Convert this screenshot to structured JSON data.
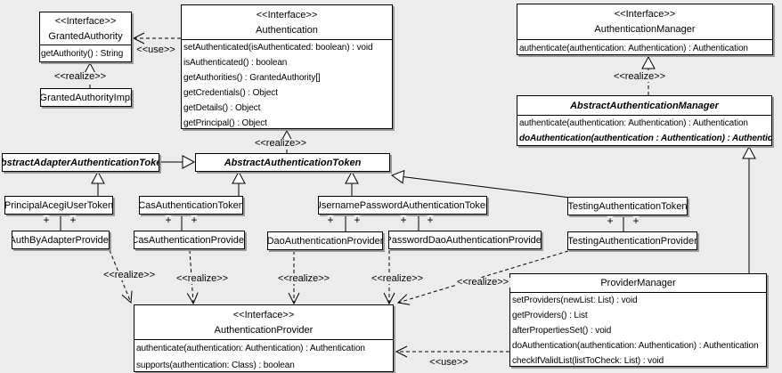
{
  "diagram": {
    "background": "#ececec",
    "box_fill": "#ffffff",
    "line_color": "#000000",
    "shadow_color": "#9a9a9a"
  },
  "labels": {
    "use": "<<use>>",
    "realize": "<<realize>>",
    "plus": "+"
  },
  "classes": {
    "granted_authority": {
      "stereotype": "<<Interface>>",
      "name": "GrantedAuthority",
      "methods": [
        "getAuthority() : String"
      ]
    },
    "granted_authority_impl": {
      "name": "GrantedAuthorityImpl"
    },
    "authentication": {
      "stereotype": "<<Interface>>",
      "name": "Authentication",
      "methods": [
        "setAuthenticated(isAuthenticated: boolean) : void",
        "isAuthenticated() : boolean",
        "getAuthorities() : GrantedAuthority[]",
        "getCredentials() : Object",
        "getDetails() : Object",
        "getPrincipal() : Object"
      ]
    },
    "authentication_manager": {
      "stereotype": "<<Interface>>",
      "name": "AuthenticationManager",
      "methods": [
        "authenticate(authentication: Authentication) : Authentication"
      ]
    },
    "abstract_authentication_manager": {
      "name": "AbstractAuthenticationManager",
      "methods": [
        "authenticate(authentication: Authentication) : Authentication",
        "doAuthentication(authentication : Authentication) : Authentication"
      ]
    },
    "abstract_adapter_authentication_token": {
      "name": "AbstractAdapterAuthenticationToken"
    },
    "abstract_authentication_token": {
      "name": "AbstractAuthenticationToken"
    },
    "principal_acegi_user_token": {
      "name": "PrincipalAcegiUserToken"
    },
    "cas_authentication_token": {
      "name": "CasAuthenticationToken"
    },
    "username_password_authentication_token": {
      "name": "UsernamePasswordAuthenticationToken"
    },
    "testing_authentication_token": {
      "name": "TestingAuthenticationToken"
    },
    "auth_by_adapter_provider": {
      "name": "AuthByAdapterProvider"
    },
    "cas_authentication_provider": {
      "name": "CasAuthenticationProvider"
    },
    "dao_authentication_provider": {
      "name": "DaoAuthenticationProvider"
    },
    "password_dao_authentication_provider": {
      "name": "PasswordDaoAuthenticationProvider"
    },
    "testing_authentication_provider": {
      "name": "TestingAuthenticationProvider"
    },
    "authentication_provider": {
      "stereotype": "<<Interface>>",
      "name": "AuthenticationProvider",
      "methods": [
        "authenticate(authentication: Authentication) : Authentication",
        "supports(authentication: Class) : boolean"
      ]
    },
    "provider_manager": {
      "name": "ProviderManager",
      "methods": [
        "setProviders(newList: List) : void",
        "getProviders() : List",
        "afterPropertiesSet() : void",
        "doAuthentication(authentication: Authentication) : Authentication",
        "checkIfValidList(listToCheck: List) : void"
      ]
    }
  }
}
